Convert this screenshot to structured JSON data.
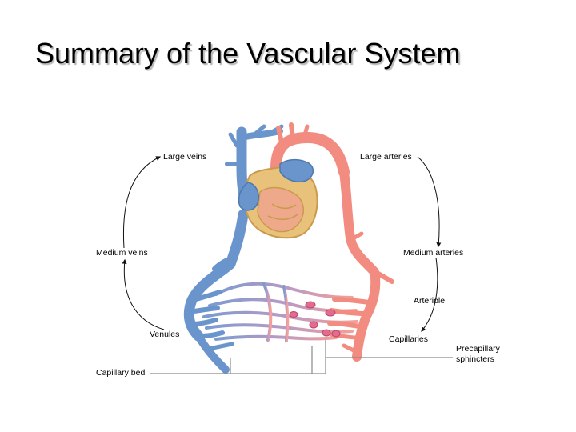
{
  "slide": {
    "title": "Summary of the Vascular System"
  },
  "labels": {
    "large_veins": "Large veins",
    "large_arteries": "Large arteries",
    "medium_veins": "Medium veins",
    "medium_arteries": "Medium arteries",
    "arteriole": "Arteriole",
    "venules": "Venules",
    "capillaries": "Capillaries",
    "precapillary_line1": "Precapillary",
    "precapillary_line2": "sphincters",
    "capillary_bed": "Capillary bed"
  },
  "colors": {
    "vein": "#6a95cc",
    "artery": "#f28b80",
    "heart": "#e8c27a",
    "sphincter": "#e46a8e",
    "connector": "#8a8a8a"
  }
}
